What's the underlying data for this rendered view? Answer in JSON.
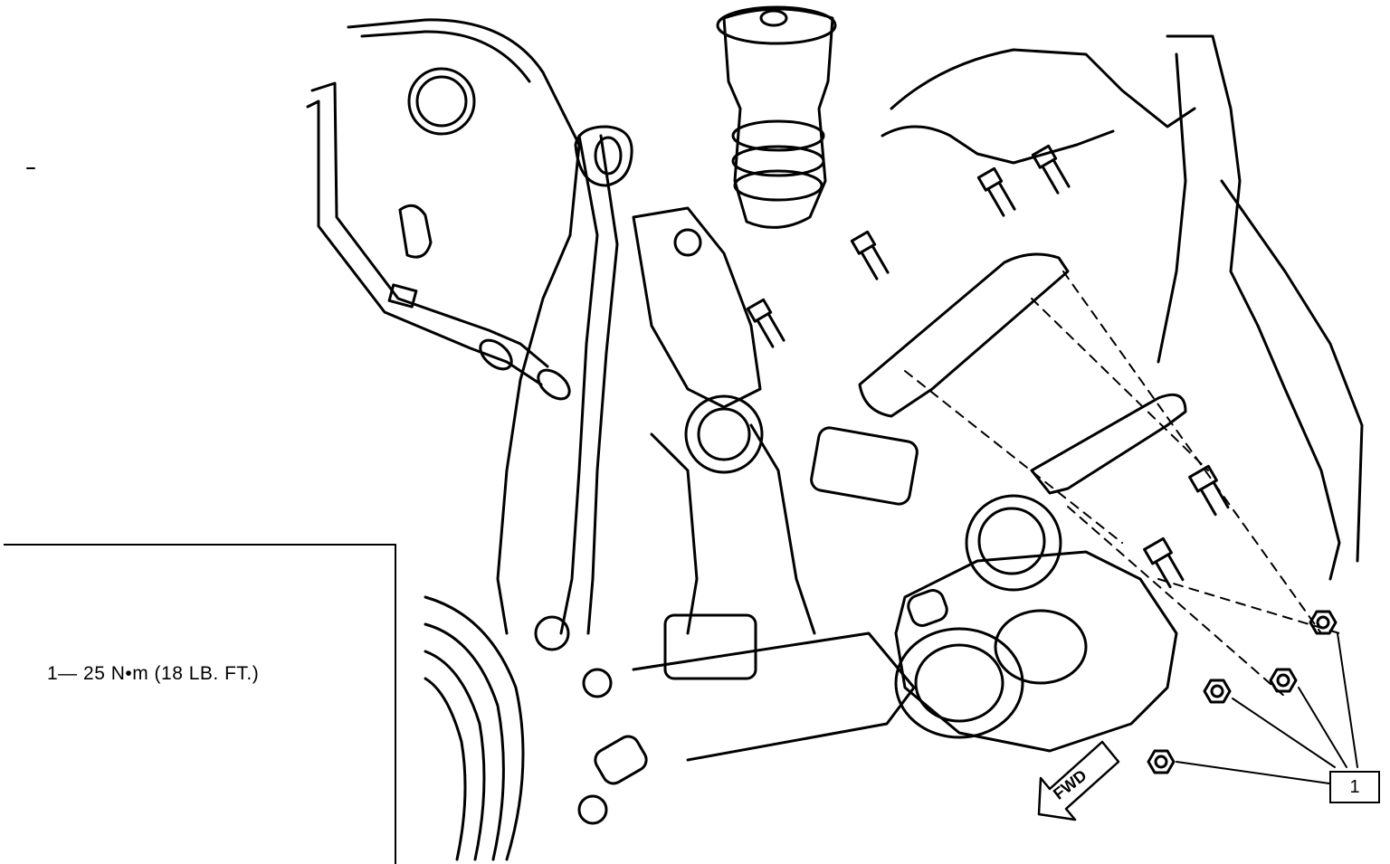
{
  "legend": {
    "text": "1— 25 N•m (18 LB. FT.)"
  },
  "callout": {
    "label": "1"
  },
  "direction": {
    "label": "FWD"
  },
  "colors": {
    "line": "#000000",
    "background": "#ffffff"
  }
}
